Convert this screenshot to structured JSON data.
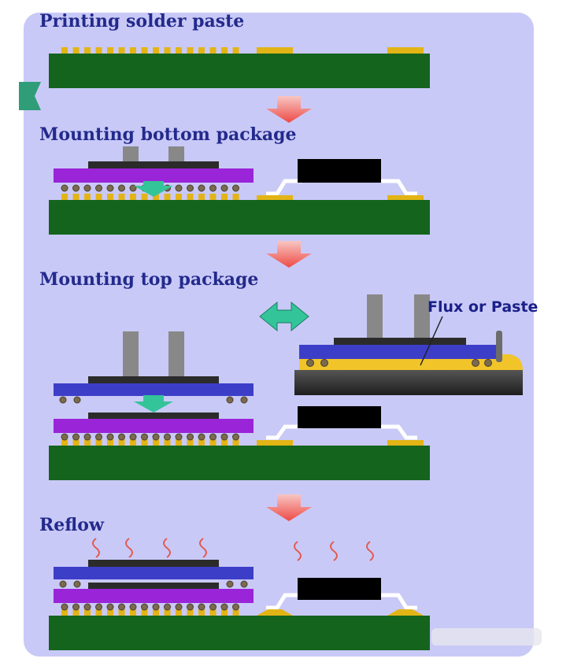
{
  "steps": [
    {
      "label": "Printing solder paste"
    },
    {
      "label": "Mounting bottom package"
    },
    {
      "label": "Mounting top package"
    },
    {
      "label": "Reflow"
    }
  ],
  "callout": {
    "label": "Flux or Paste"
  },
  "colors": {
    "background": "#c9c9f7",
    "pcb": "#14641e",
    "solder_paste": "#e2b416",
    "bottom_package": "#9a24d8",
    "top_package": "#3d3ec8",
    "die": "#2b2b2b",
    "component": "#000000",
    "step_arrow": "#ef5b55",
    "placement_arrow": "#33c49a",
    "heat_wave": "#e25a50",
    "flux_tray": "#f1c52a"
  }
}
